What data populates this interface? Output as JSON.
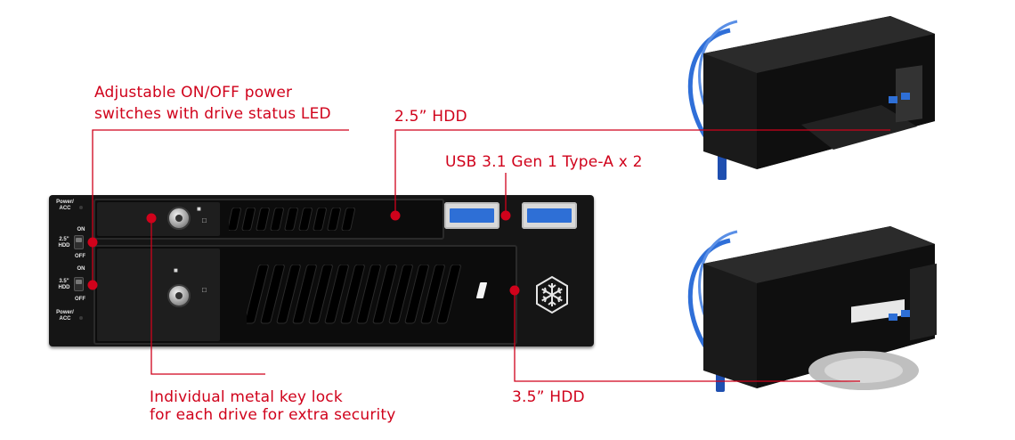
{
  "callouts": {
    "power_switches_line1": "Adjustable ON/OFF power",
    "power_switches_line2": "switches with drive status LED",
    "hdd_25": "2.5” HDD",
    "usb": "USB 3.1 Gen 1 Type-A x 2",
    "key_lock_line1": "Individual metal key lock",
    "key_lock_line2": "for each drive for extra security",
    "hdd_35": "3.5” HDD"
  },
  "panel_labels": {
    "power_acc_top": "Power/ ACC",
    "on_top": "ON",
    "hdd25_switch": "2.5\" HDD",
    "off_top": "OFF",
    "on_bottom": "ON",
    "hdd35_switch": "3.5\" HDD",
    "off_bottom": "OFF",
    "power_acc_bottom": "Power/ ACC"
  },
  "colors": {
    "accent": "#d0021b",
    "panel": "#151515",
    "usb_blue": "#2e6fd6",
    "cable_blue": "#2f6fd8"
  },
  "icons": [
    "snowflake-logo-icon",
    "key-lock-icon",
    "padlock-icon",
    "unlock-icon"
  ]
}
